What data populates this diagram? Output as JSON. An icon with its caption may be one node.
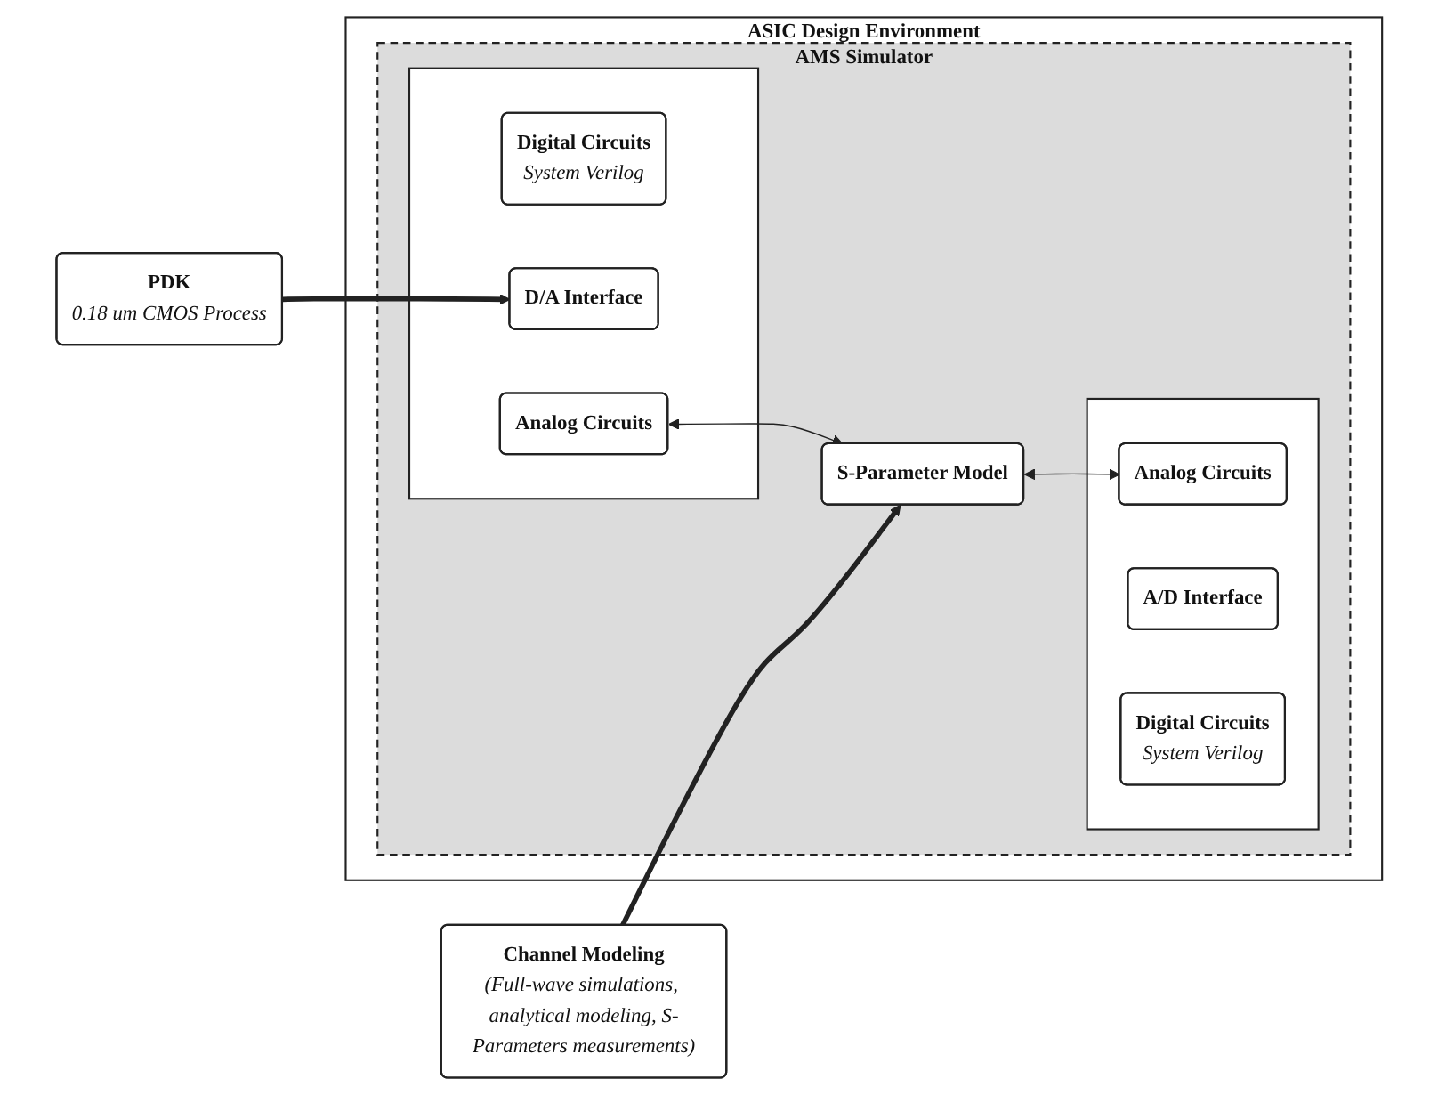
{
  "diagram": {
    "nodes": [
      {
        "text": [
          "ASIC Design Environment"
        ]
      },
      {
        "text": [
          "AMS Simulator"
        ],
        "in": 0
      },
      {
        "text": [],
        "shape": "box",
        "in": 1
      },
      {
        "text": [
          "Digital Circuits",
          "System Verilog"
        ],
        "in": 2
      },
      {
        "text": [
          "D/A Interface"
        ],
        "in": 2
      },
      {
        "text": [
          "Analog Circuits"
        ],
        "in": 2
      },
      {
        "text": [
          "S-Parameter Model"
        ],
        "in": 1
      },
      {
        "text": [],
        "shape": "box",
        "in": 1
      },
      {
        "text": [
          "Analog Circuits"
        ],
        "in": 7
      },
      {
        "text": [
          "A/D Interface"
        ],
        "in": 7
      },
      {
        "text": [
          "Digital Circuits",
          "System Verilog"
        ],
        "in": 7
      },
      {
        "text": [
          "PDK",
          "0.18 um CMOS Process"
        ]
      },
      {
        "text": [
          "Channel Modeling",
          "(Full-wave simulations, analytical modeling, S-Parameters measurements)"
        ]
      }
    ],
    "edges": [
      {
        "from": 5,
        "to": 6,
        "arrow": "both"
      },
      {
        "from": 6,
        "to": 8,
        "arrow": "both"
      },
      {
        "from": 11,
        "to": 4,
        "arrow": "to",
        "style": "thick"
      },
      {
        "from": 12,
        "to": 6,
        "arrow": "to",
        "style": "thick"
      }
    ]
  }
}
